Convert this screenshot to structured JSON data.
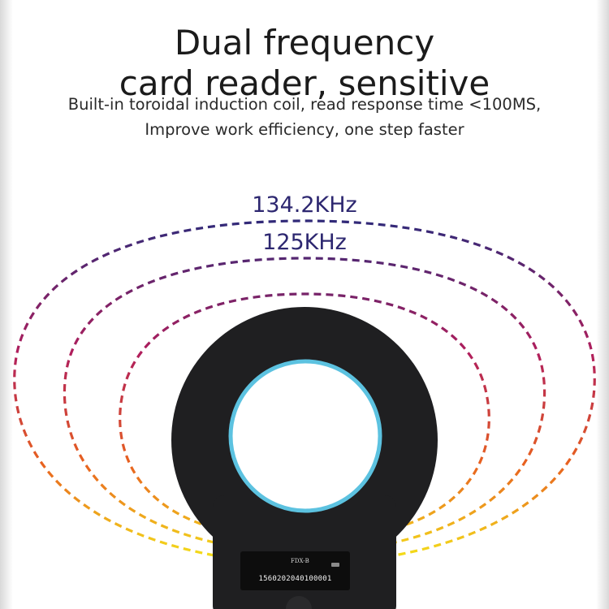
{
  "headline": {
    "line1": "Dual frequency",
    "line2": "card reader, sensitive"
  },
  "description": {
    "line1": "Built-in toroidal induction coil, read response time <100MS,",
    "line2": "Improve work efficiency, one step faster"
  },
  "frequencies": {
    "outer": "134.2KHz",
    "inner": "125KHz"
  },
  "device": {
    "display_mode": "FDX-B",
    "card_number": "1560202040100001"
  },
  "colors": {
    "wave_top": "#2b2a7a",
    "wave_mid": "#b01e5c",
    "wave_low": "#e8611f",
    "wave_bottom": "#f4e21a",
    "device_body": "#1f1f21",
    "coil_ring": "#5cc2e0",
    "text_dark": "#1b1b1b",
    "freq_text": "#2d2770"
  },
  "icons": [
    "induction-wave-icon",
    "reader-device-icon"
  ]
}
